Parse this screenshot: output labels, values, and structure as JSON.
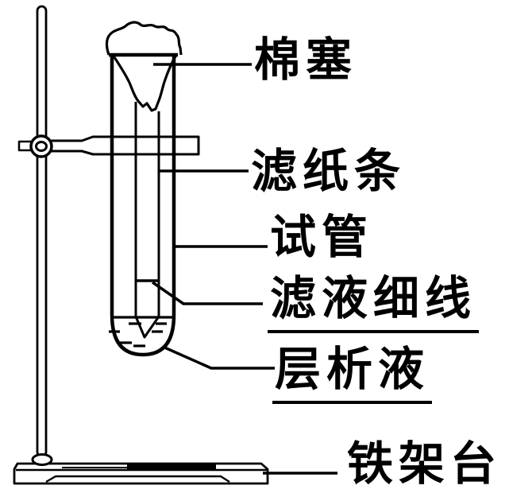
{
  "labels": {
    "cotton_plug": "棉塞",
    "filter_paper_strip": "滤纸条",
    "test_tube": "试管",
    "filtrate_line": "滤液细线",
    "developing_solvent": "层析液",
    "iron_stand": "铁架台"
  },
  "colors": {
    "ink": "#000000",
    "background": "#ffffff"
  }
}
